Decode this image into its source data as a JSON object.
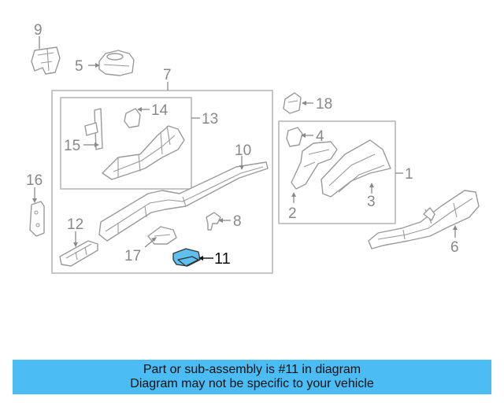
{
  "diagram": {
    "highlighted_part": "11",
    "callouts": {
      "c1": "1",
      "c2": "2",
      "c3": "3",
      "c4": "4",
      "c5": "5",
      "c6": "6",
      "c7": "7",
      "c8": "8",
      "c9": "9",
      "c10": "10",
      "c11": "11",
      "c12": "12",
      "c13": "13",
      "c14": "14",
      "c15": "15",
      "c16": "16",
      "c17": "17",
      "c18": "18"
    },
    "colors": {
      "highlight": "#5fc0f0",
      "banner": "#4cbcf5",
      "line": "#9a9a9a"
    }
  },
  "banner": {
    "line1": "Part or sub-assembly is #11 in diagram",
    "line2": "Diagram may not be specific to your vehicle"
  }
}
